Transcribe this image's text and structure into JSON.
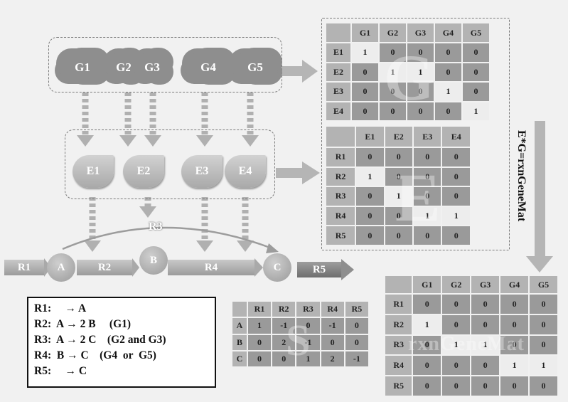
{
  "genes": [
    "G1",
    "G2",
    "G3",
    "G4",
    "G5"
  ],
  "enzymes": [
    "E1",
    "E2",
    "E3",
    "E4"
  ],
  "metabolites": [
    "A",
    "B",
    "C"
  ],
  "reactions": [
    "R1",
    "R2",
    "R3",
    "R4",
    "R5"
  ],
  "g_matrix": {
    "col_headers": [
      "G1",
      "G2",
      "G3",
      "G4",
      "G5"
    ],
    "row_headers": [
      "E1",
      "E2",
      "E3",
      "E4"
    ],
    "rows": [
      [
        "1",
        "0",
        "0",
        "0",
        "0"
      ],
      [
        "0",
        "1",
        "1",
        "0",
        "0"
      ],
      [
        "0",
        "0",
        "0",
        "1",
        "0"
      ],
      [
        "0",
        "0",
        "0",
        "0",
        "1"
      ]
    ],
    "watermark": "G"
  },
  "e_matrix": {
    "col_headers": [
      "E1",
      "E2",
      "E3",
      "E4"
    ],
    "row_headers": [
      "R1",
      "R2",
      "R3",
      "R4",
      "R5"
    ],
    "rows": [
      [
        "0",
        "0",
        "0",
        "0"
      ],
      [
        "1",
        "0",
        "0",
        "0"
      ],
      [
        "0",
        "1",
        "0",
        "0"
      ],
      [
        "0",
        "0",
        "1",
        "1"
      ],
      [
        "0",
        "0",
        "0",
        "0"
      ]
    ],
    "watermark": "E"
  },
  "s_matrix": {
    "col_headers": [
      "R1",
      "R2",
      "R3",
      "R4",
      "R5"
    ],
    "row_headers": [
      "A",
      "B",
      "C"
    ],
    "rows": [
      [
        "1",
        "-1",
        "0",
        "-1",
        "0"
      ],
      [
        "0",
        "2",
        "-1",
        "0",
        "0"
      ],
      [
        "0",
        "0",
        "1",
        "2",
        "-1"
      ]
    ],
    "watermark": "S"
  },
  "rxn_matrix": {
    "col_headers": [
      "G1",
      "G2",
      "G3",
      "G4",
      "G5"
    ],
    "row_headers": [
      "R1",
      "R2",
      "R3",
      "R4",
      "R5"
    ],
    "rows": [
      [
        "0",
        "0",
        "0",
        "0",
        "0"
      ],
      [
        "1",
        "0",
        "0",
        "0",
        "0"
      ],
      [
        "0",
        "1",
        "1",
        "0",
        "0"
      ],
      [
        "0",
        "0",
        "0",
        "1",
        "1"
      ],
      [
        "0",
        "0",
        "0",
        "0",
        "0"
      ]
    ],
    "watermark": "rxnGeneMat"
  },
  "formula": "E*G=rxnGeneMat",
  "legend": [
    "R1:     → A",
    "R2:  A → 2 B     (G1)",
    "R3:  A → 2 C    (G2 and G3)",
    "R4:  B → C    (G4  or  G5)",
    "R5:     → C"
  ]
}
